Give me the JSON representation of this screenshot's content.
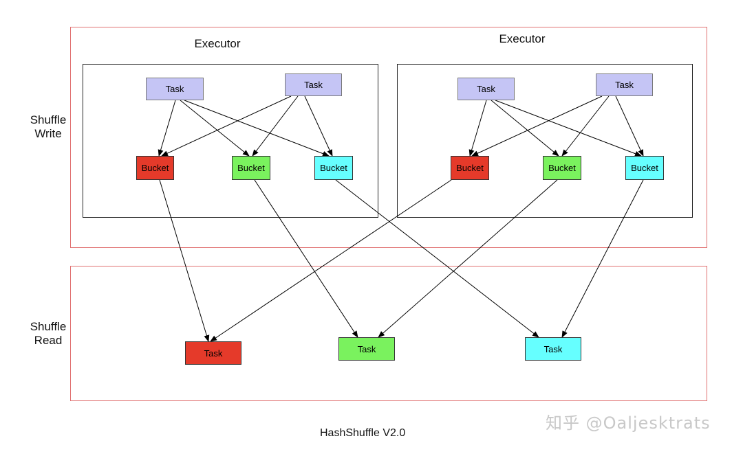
{
  "sections": {
    "shuffle_write": "Shuffle\nWrite",
    "shuffle_read": "Shuffle\nRead"
  },
  "executors": [
    {
      "label": "Executor",
      "tasks": [
        "Task",
        "Task"
      ],
      "buckets": [
        "Bucket",
        "Bucket",
        "Bucket"
      ]
    },
    {
      "label": "Executor",
      "tasks": [
        "Task",
        "Task"
      ],
      "buckets": [
        "Bucket",
        "Bucket",
        "Bucket"
      ]
    }
  ],
  "reduce_tasks": [
    "Task",
    "Task",
    "Task"
  ],
  "caption": "HashShuffle V2.0",
  "watermark": "知乎 @Oaljesktrats",
  "colors": {
    "task": "#c5c5f5",
    "bucket_red": "#e53a2a",
    "bucket_green": "#7af25e",
    "bucket_cyan": "#66ffff",
    "region_border": "#e07070"
  }
}
